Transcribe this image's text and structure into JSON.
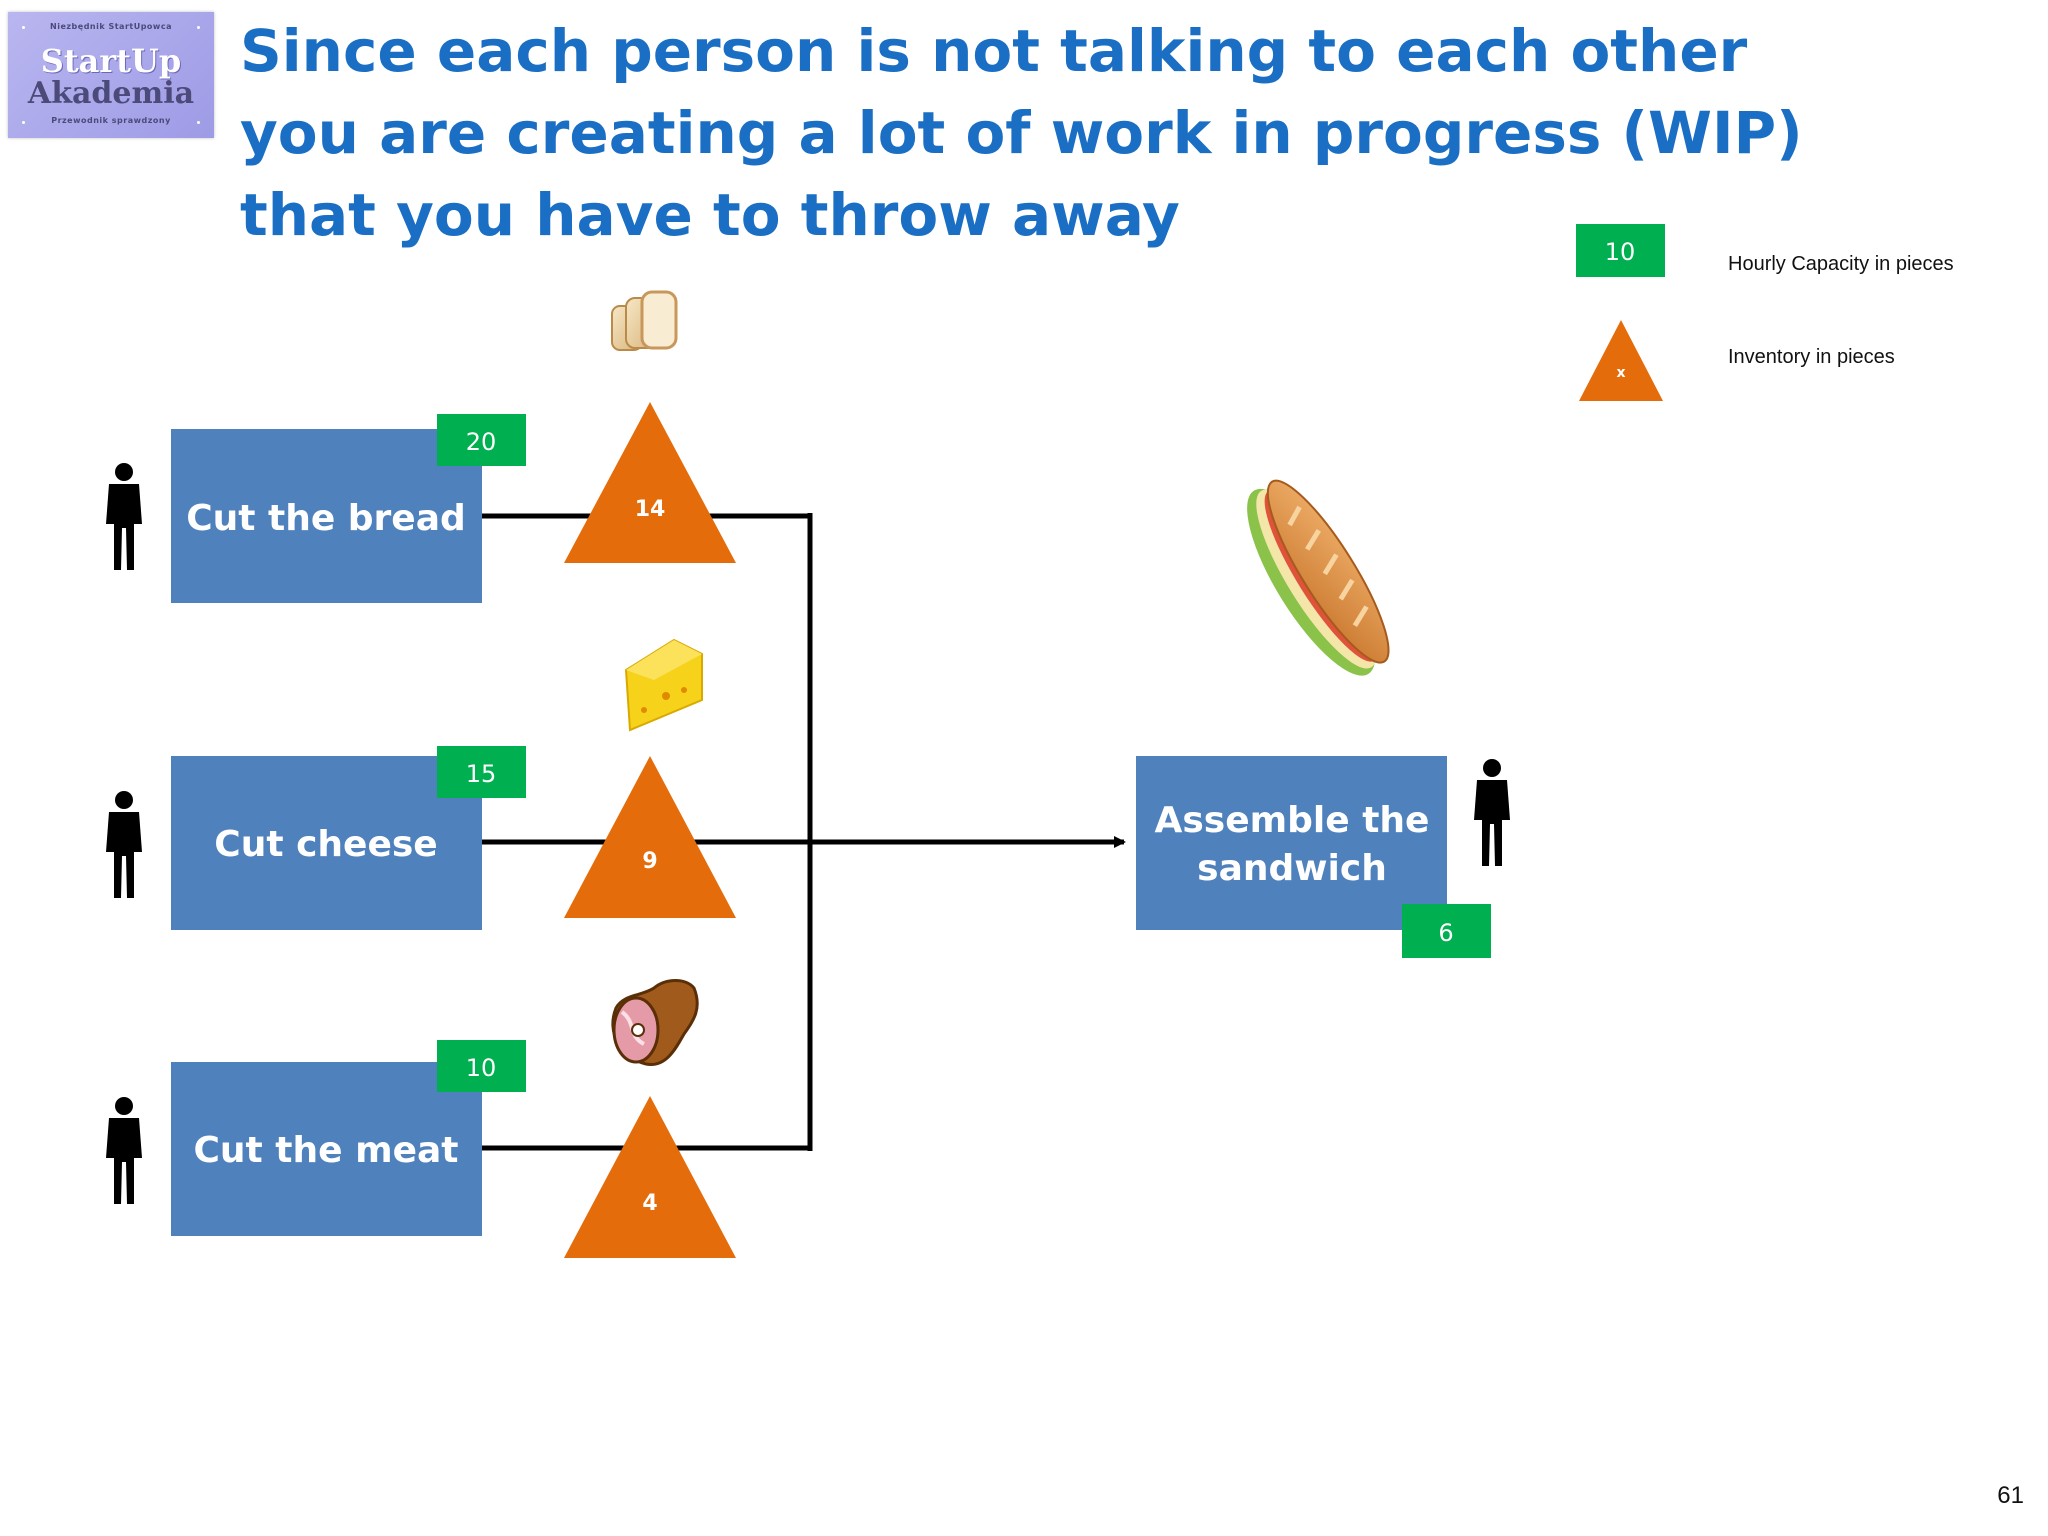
{
  "logo": {
    "top_line": "Niezbędnik StartUpowca",
    "word1": "StartUp",
    "word2": "Akademia",
    "bottom_line": "Przewodnik sprawdzony"
  },
  "title": "Since each person is not talking to each other you are creating a lot of work in progress (WIP) that you have to throw away",
  "legend": {
    "capacity_value": "10",
    "capacity_text": "Hourly Capacity in pieces",
    "inventory_value": "x",
    "inventory_text": "Inventory in pieces"
  },
  "processes": [
    {
      "label": "Cut the bread",
      "capacity": "20",
      "inventory": "14",
      "icon": "bread-icon"
    },
    {
      "label": "Cut cheese",
      "capacity": "15",
      "inventory": "9",
      "icon": "cheese-icon"
    },
    {
      "label": "Cut the meat",
      "capacity": "10",
      "inventory": "4",
      "icon": "ham-icon"
    }
  ],
  "assembly": {
    "label_line1": "Assemble the",
    "label_line2": "sandwich",
    "capacity": "6",
    "icon": "sandwich-icon"
  },
  "colors": {
    "process_box": "#4f81bd",
    "capacity_badge": "#00b050",
    "inventory_triangle": "#e46c0a",
    "title": "#1a6fc4"
  },
  "page_number": "61"
}
